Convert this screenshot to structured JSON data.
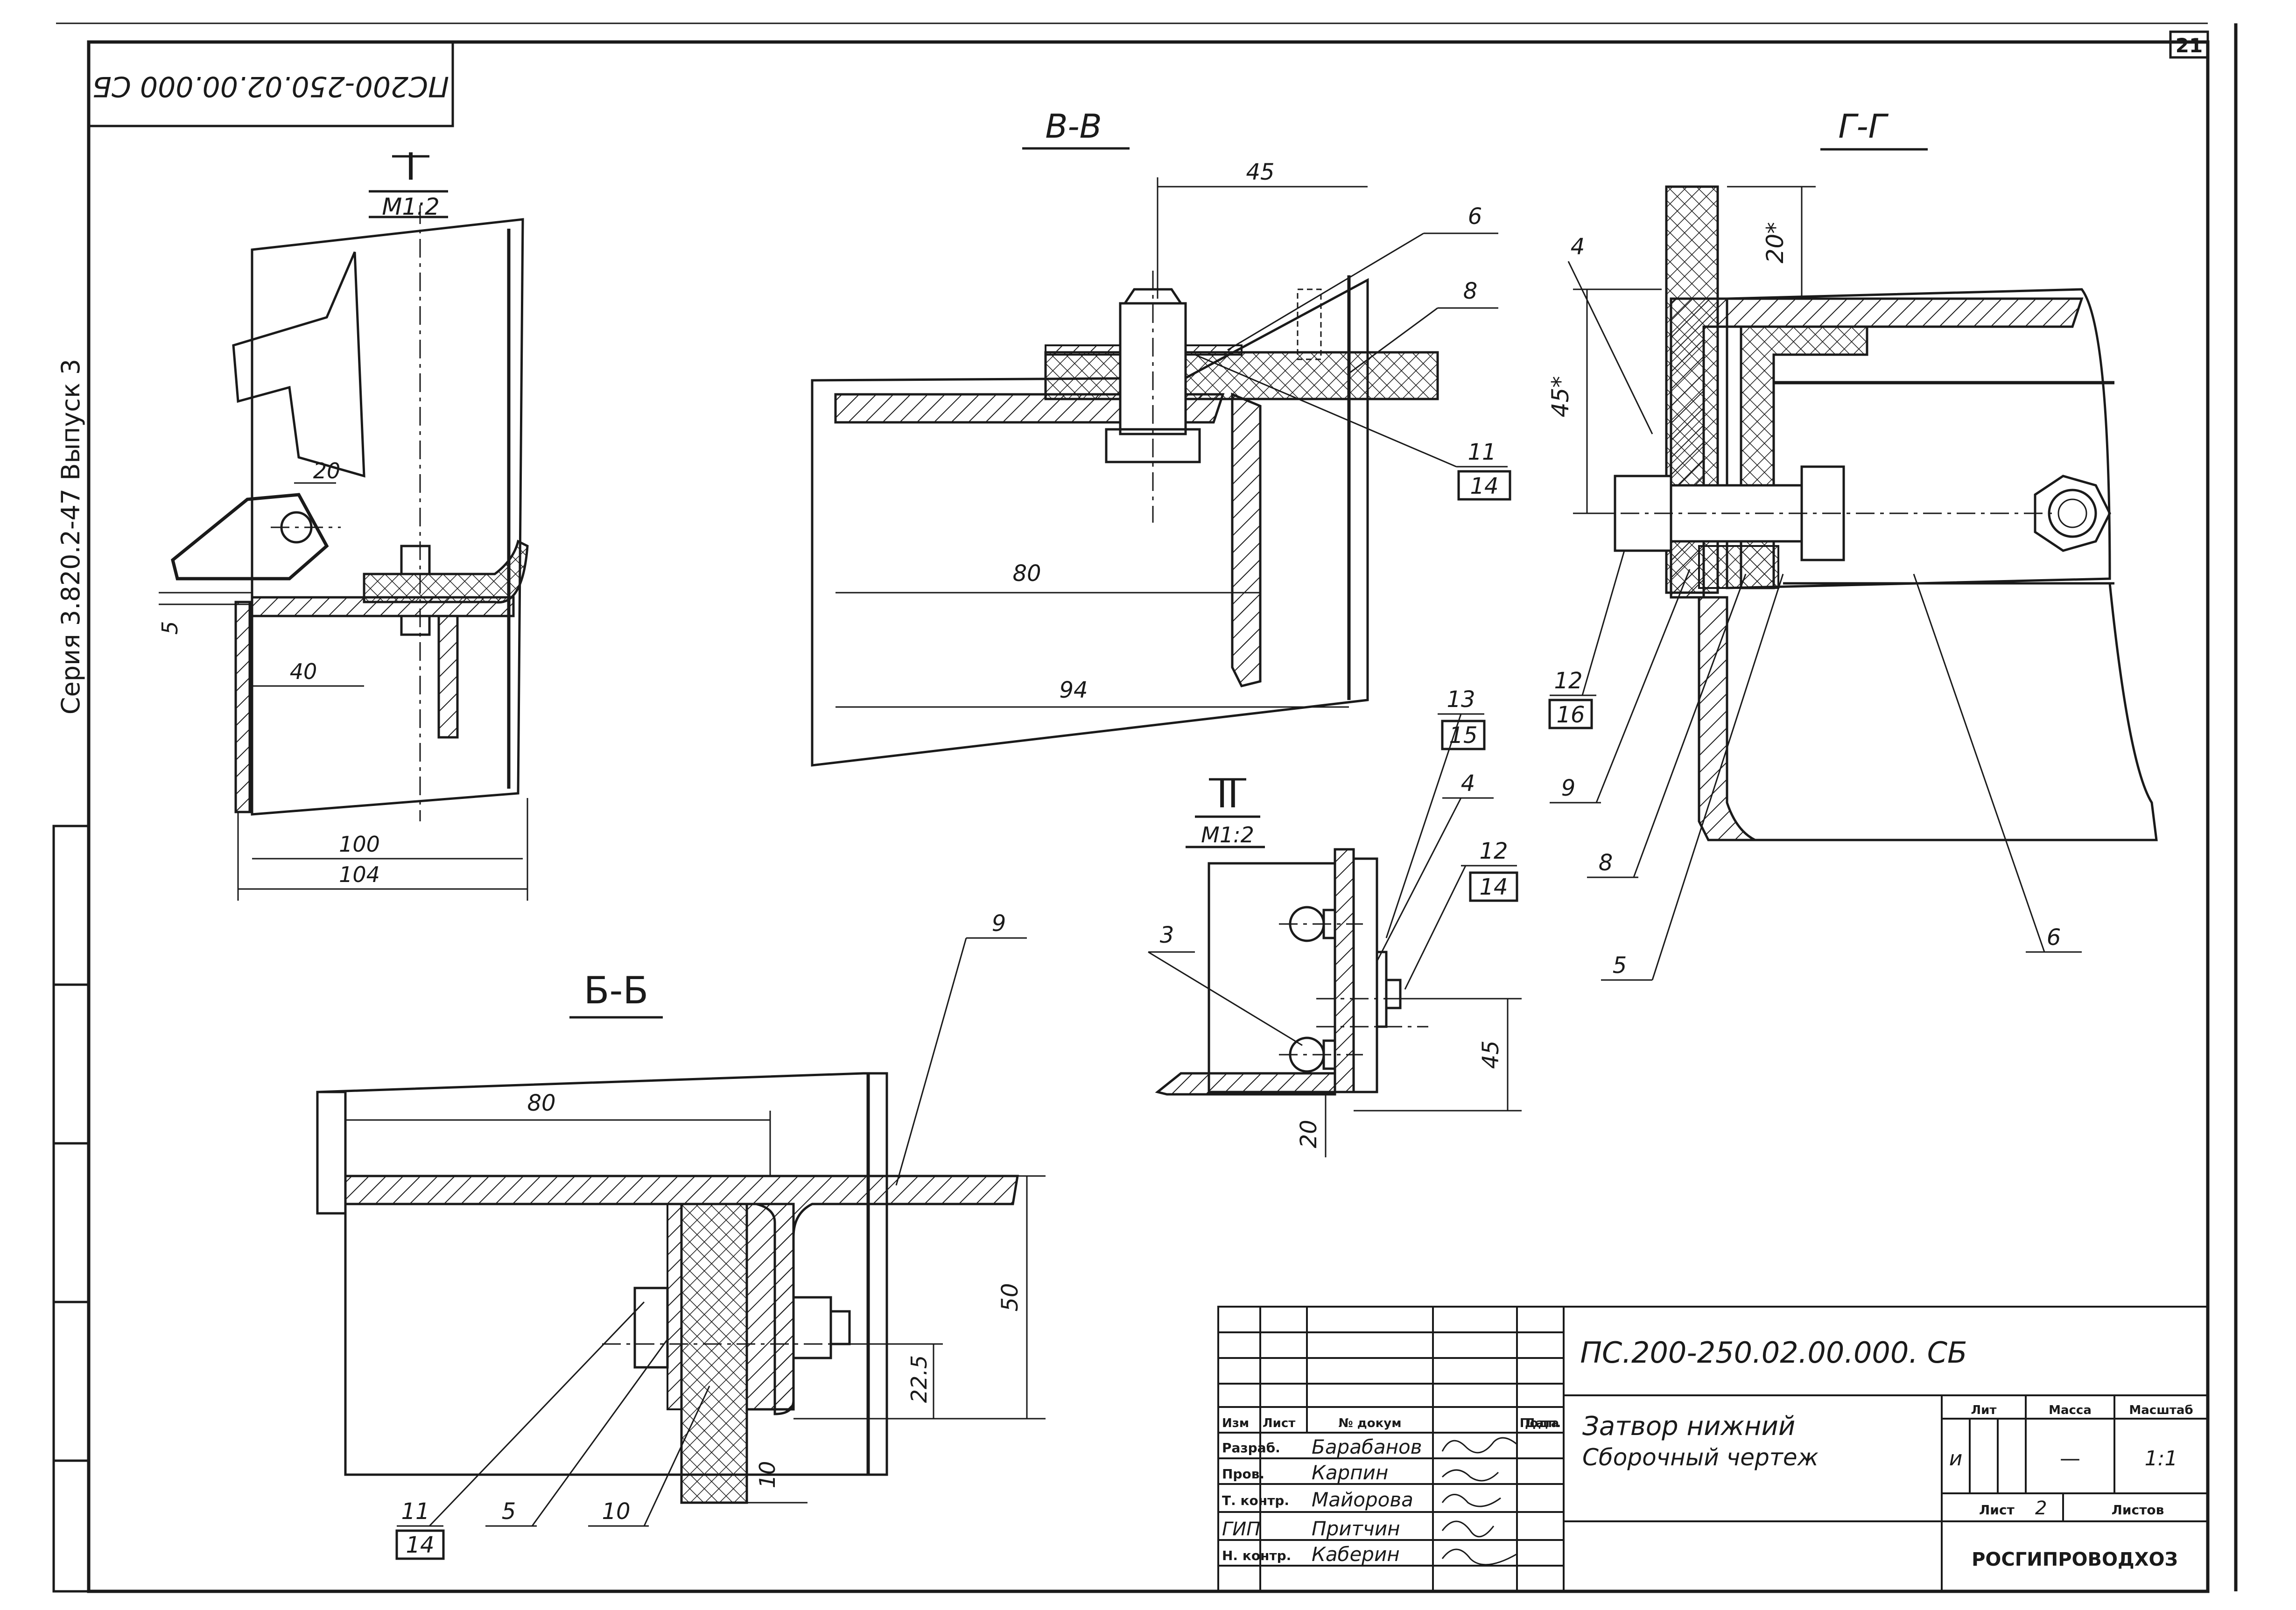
{
  "page_number": "21",
  "stamp_top": "ПС200-250.02.00.000 СБ",
  "side_series": "Серия 3.820.2-47 Выпуск 3",
  "views": {
    "view1": {
      "title": "I",
      "scale": "M1:2",
      "dims": [
        "20",
        "5",
        "40",
        "100",
        "104"
      ]
    },
    "vv": {
      "title": "В-В",
      "dims": [
        "45",
        "80",
        "94"
      ],
      "labels": [
        "6",
        "8",
        "11",
        "14"
      ]
    },
    "gg": {
      "title": "Г-Г",
      "dims": [
        "20*",
        "45*"
      ],
      "labels": [
        "4",
        "12",
        "16",
        "9",
        "8",
        "5",
        "6"
      ]
    },
    "view2": {
      "title": "II",
      "scale": "M1:2",
      "dims": [
        "45",
        "20"
      ],
      "labels": [
        "13",
        "15",
        "4",
        "12",
        "14",
        "3"
      ]
    },
    "bb": {
      "title": "Б-Б",
      "dims": [
        "80",
        "50",
        "22.5",
        "10"
      ],
      "labels": [
        "9",
        "11",
        "14",
        "5",
        "10"
      ]
    }
  },
  "title_block": {
    "designation": "ПС.200-250.02.00.000. СБ",
    "name_line1": "Затвор нижний",
    "name_line2": "Сборочный чертеж",
    "headers": {
      "izm": "Изм",
      "list": "Лист",
      "doc": "№ докум",
      "sign": "Подп.",
      "date": "Дата"
    },
    "roles": [
      {
        "role": "Разраб.",
        "name": "Барабанов"
      },
      {
        "role": "Пров.",
        "name": "Карпин"
      },
      {
        "role": "Т. контр.",
        "name": "Майорова"
      },
      {
        "role": "ГИП",
        "name": "Притчин"
      },
      {
        "role": "Н. контр.",
        "name": "Каберин"
      }
    ],
    "lit_label": "Лит",
    "mass_label": "Масса",
    "scale_label": "Масштаб",
    "lit_value": "и",
    "mass_value": "—",
    "scale_value": "1:1",
    "sheet_label": "Лист",
    "sheet_value": "2",
    "sheets_label": "Листов",
    "organization": "РОСГИПРОВОДХОЗ"
  }
}
